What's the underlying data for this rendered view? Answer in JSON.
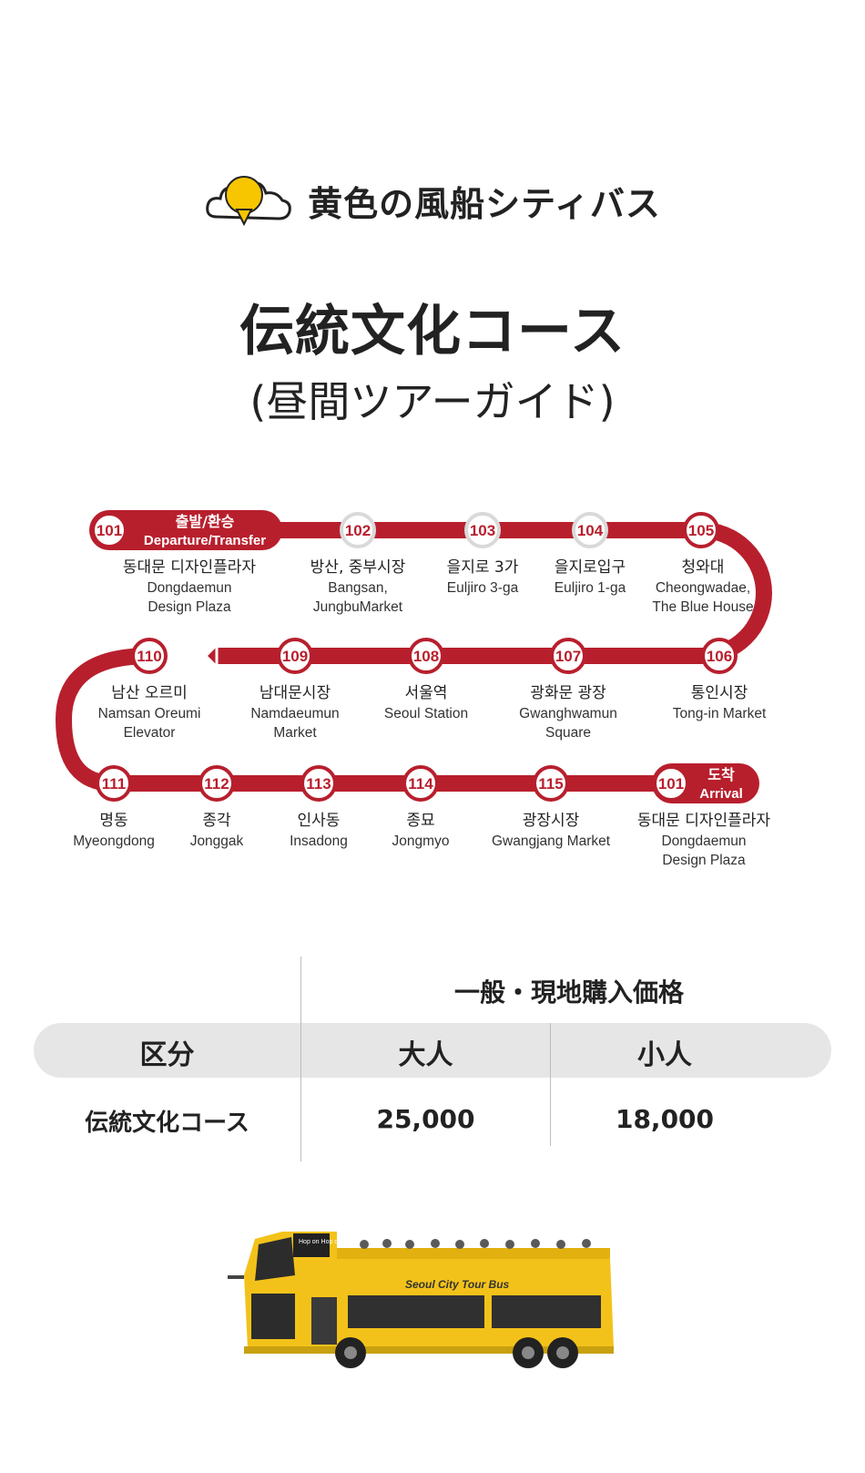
{
  "brand": {
    "name": "黄色の風船シティバス",
    "icon": "yellow-balloon-cloud-icon",
    "accent": "#f7c600"
  },
  "course": {
    "title": "伝統文化コース",
    "subtitle": "(昼間ツアーガイド)"
  },
  "route": {
    "line_color": "#b81f2d",
    "departure_tag": {
      "ko": "출발/환승",
      "en": "Departure/Transfer"
    },
    "arrival_tag": {
      "ko": "도착",
      "en": "Arrival"
    },
    "stations": [
      {
        "num": "101",
        "ko": "동대문 디자인플라자",
        "en": [
          "Dongdaemun",
          "Design Plaza"
        ]
      },
      {
        "num": "102",
        "ko": "방산, 중부시장",
        "en": [
          "Bangsan,",
          "JungbuMarket"
        ]
      },
      {
        "num": "103",
        "ko": "을지로 3가",
        "en": [
          "Euljiro 3-ga"
        ]
      },
      {
        "num": "104",
        "ko": "을지로입구",
        "en": [
          "Euljiro 1-ga"
        ]
      },
      {
        "num": "105",
        "ko": "청와대",
        "en": [
          "Cheongwadae,",
          "The Blue House"
        ]
      },
      {
        "num": "106",
        "ko": "통인시장",
        "en": [
          "Tong-in Market"
        ]
      },
      {
        "num": "107",
        "ko": "광화문 광장",
        "en": [
          "Gwanghwamun",
          "Square"
        ]
      },
      {
        "num": "108",
        "ko": "서울역",
        "en": [
          "Seoul Station"
        ]
      },
      {
        "num": "109",
        "ko": "남대문시장",
        "en": [
          "Namdaeumun",
          "Market"
        ]
      },
      {
        "num": "110",
        "ko": "남산 오르미",
        "en": [
          "Namsan Oreumi",
          "Elevator"
        ]
      },
      {
        "num": "111",
        "ko": "명동",
        "en": [
          "Myeongdong"
        ]
      },
      {
        "num": "112",
        "ko": "종각",
        "en": [
          "Jonggak"
        ]
      },
      {
        "num": "113",
        "ko": "인사동",
        "en": [
          "Insadong"
        ]
      },
      {
        "num": "114",
        "ko": "종묘",
        "en": [
          "Jongmyo"
        ]
      },
      {
        "num": "115",
        "ko": "광장시장",
        "en": [
          "Gwangjang Market"
        ]
      },
      {
        "num": "101",
        "ko": "동대문 디자인플라자",
        "en": [
          "Dongdaemun",
          "Design Plaza"
        ]
      }
    ]
  },
  "price_table": {
    "group_header": "一般・現地購入価格",
    "col_category": "区分",
    "col_adult": "大人",
    "col_child": "小人",
    "rows": [
      {
        "category": "伝統文化コース",
        "adult": "25,000",
        "child": "18,000"
      }
    ]
  },
  "bus_image": {
    "icon": "yellow-double-decker-bus-icon",
    "signage": "Seoul City Tour Bus",
    "badge": "Hop on Hop off",
    "body_color": "#f3c21a"
  }
}
